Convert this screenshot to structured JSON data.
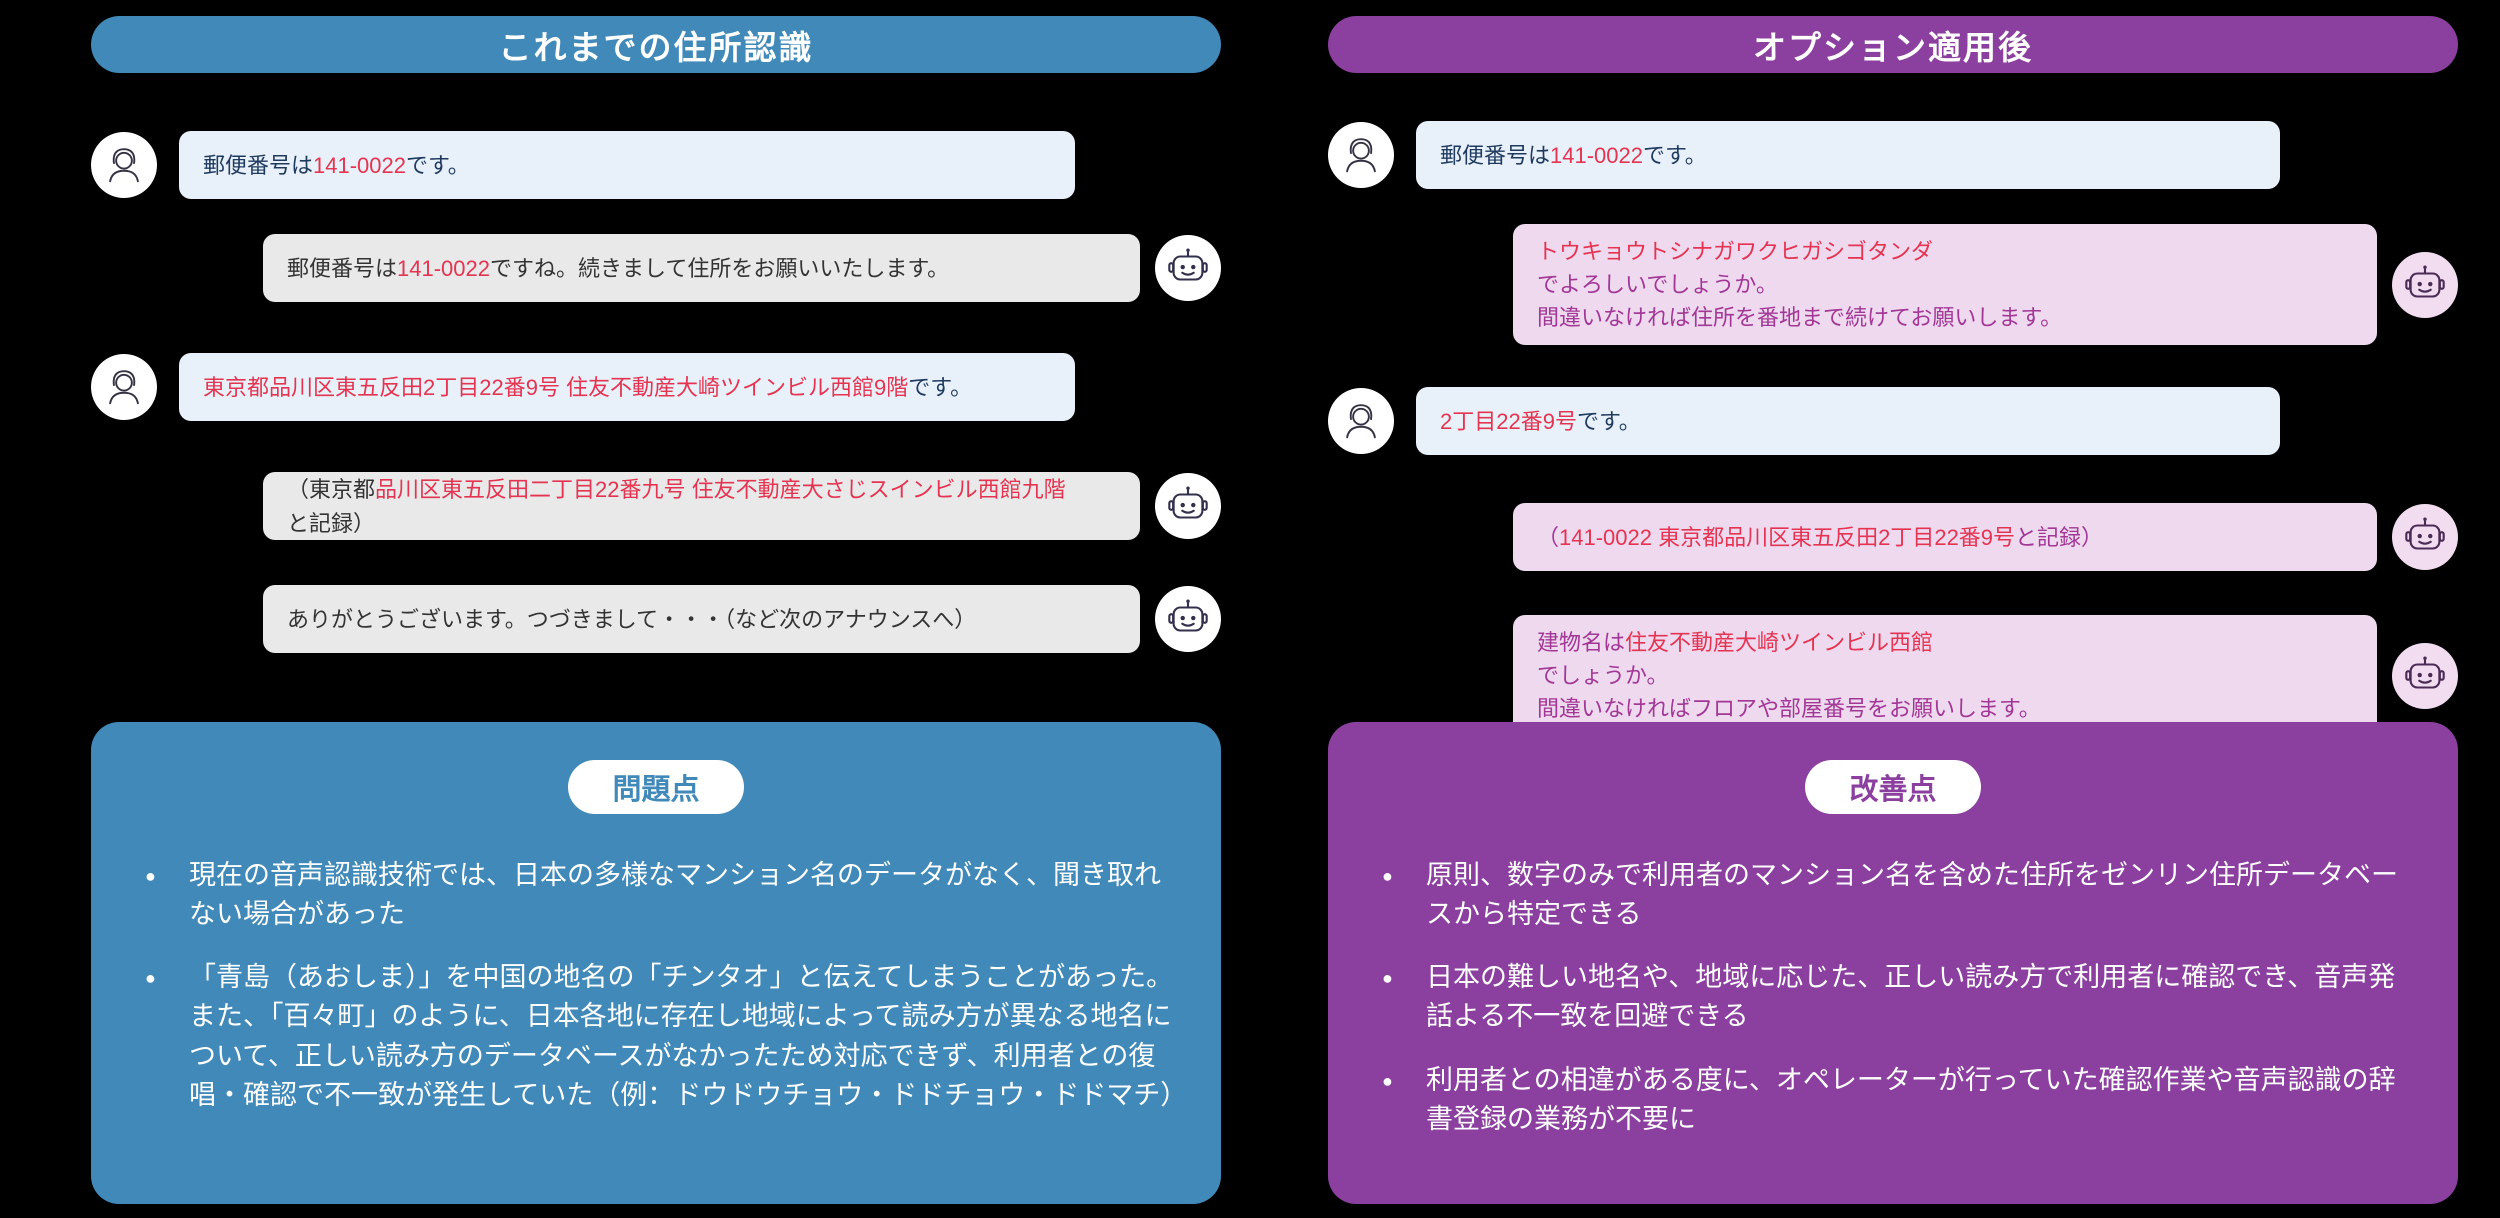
{
  "colors": {
    "left_theme": "#4089B8",
    "right_theme": "#8B3F9F",
    "accent": "#E53451",
    "user_text": "#1E3A5F",
    "bot_text": "#333333",
    "bot_text_purple": "#A23795",
    "user_bubble_bg": "#E8F1F9",
    "bot_bubble_bg": "#E9E9E9",
    "bot_bubble_purple_bg": "#EED9EF"
  },
  "icons": {
    "user": "person-operator-avatar (line drawing in white circle)",
    "bot_left": "robot-face icon in white circle",
    "bot_right": "robot-face icon in light purple circle"
  },
  "left": {
    "header": "これまでの住所認識",
    "messages": [
      {
        "role": "user",
        "parts": [
          {
            "t": "郵便番号は",
            "c": "navy"
          },
          {
            "t": "141-0022",
            "c": "accent"
          },
          {
            "t": "です。",
            "c": "navy"
          }
        ]
      },
      {
        "role": "bot",
        "parts": [
          {
            "t": "郵便番号は",
            "c": "dark"
          },
          {
            "t": "141-0022",
            "c": "accent"
          },
          {
            "t": "ですね。続きまして住所をお願いいたします。",
            "c": "dark"
          }
        ]
      },
      {
        "role": "user",
        "parts": [
          {
            "t": "東京都品川区東五反田2丁目22番9号 住友不動産大崎ツインビル西館9階",
            "c": "accent"
          },
          {
            "t": "です。",
            "c": "navy"
          }
        ]
      },
      {
        "role": "bot",
        "parts": [
          {
            "t": "（東京都",
            "c": "dark"
          },
          {
            "t": "品川区東五反田二丁目22番九号 住友不動産大さじスインビル西館九階",
            "c": "accent"
          },
          {
            "t": "と記録）",
            "c": "dark"
          }
        ]
      },
      {
        "role": "bot",
        "parts": [
          {
            "t": "ありがとうございます。つづきまして・・・（など次のアナウンスへ）",
            "c": "dark"
          }
        ]
      }
    ],
    "panel": {
      "title": "問題点",
      "bullets": [
        "現在の音声認識技術では、日本の多様なマンション名のデータがなく、聞き取れない場合があった",
        "「青島（あおしま）」を中国の地名の「チンタオ」と伝えてしまうことがあった。また、「百々町」のように、日本各地に存在し地域によって読み方が異なる地名について、正しい読み方のデータベースがなかったため対応できず、利用者との復唱・確認で不一致が発生していた（例：ドウドウチョウ・ドドチョウ・ドドマチ）"
      ]
    }
  },
  "right": {
    "header": "オプション適用後",
    "messages": [
      {
        "role": "user",
        "parts": [
          {
            "t": "郵便番号は",
            "c": "navy"
          },
          {
            "t": "141-0022",
            "c": "accent"
          },
          {
            "t": "です。",
            "c": "navy"
          }
        ]
      },
      {
        "role": "bot",
        "parts": [
          {
            "t": "トウキョウトシナガワクヒガシゴタンダ",
            "c": "accent"
          },
          {
            "t": "でよろしいでしょうか。\n間違いなければ住所を番地まで続けてお願いします。",
            "c": "purple"
          }
        ]
      },
      {
        "role": "user",
        "parts": [
          {
            "t": "2丁目22番9号",
            "c": "accent"
          },
          {
            "t": "です。",
            "c": "navy"
          }
        ]
      },
      {
        "role": "bot",
        "parts": [
          {
            "t": "（",
            "c": "purple"
          },
          {
            "t": "141-0022 東京都品川区東五反田2丁目22番9号",
            "c": "accent"
          },
          {
            "t": "と記録）",
            "c": "purple"
          }
        ]
      },
      {
        "role": "bot",
        "parts": [
          {
            "t": "建物名は",
            "c": "purple"
          },
          {
            "t": "住友不動産大崎ツインビル西館",
            "c": "accent"
          },
          {
            "t": "でしょうか。\n間違いなければフロアや部屋番号をお願いします。",
            "c": "purple"
          }
        ]
      }
    ],
    "panel": {
      "title": "改善点",
      "bullets": [
        "原則、数字のみで利用者のマンション名を含めた住所をゼンリン住所データベースから特定できる",
        "日本の難しい地名や、地域に応じた、正しい読み方で利用者に確認でき、音声発話よる不一致を回避できる",
        "利用者との相違がある度に、オペレーターが行っていた確認作業や音声認識の辞書登録の業務が不要に"
      ]
    }
  }
}
